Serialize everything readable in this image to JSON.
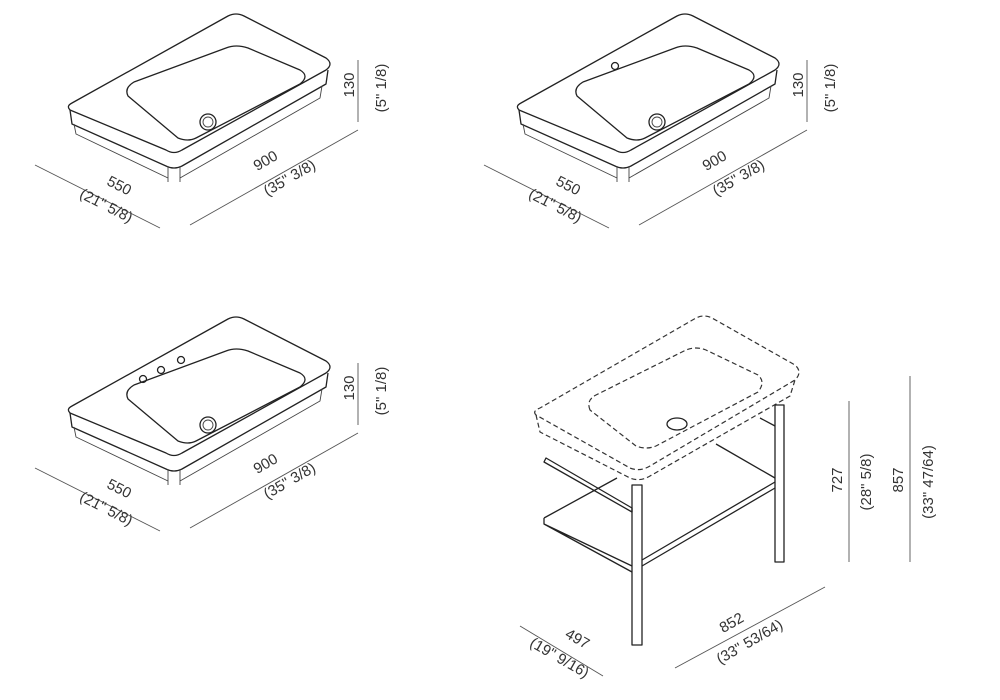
{
  "views": [
    {
      "name": "washbasin-no-taphole",
      "depth_mm": "550",
      "depth_in": "(21\" 5/8)",
      "width_mm": "900",
      "width_in": "(35\" 3/8)",
      "height_mm": "130",
      "height_in": "(5\" 1/8)",
      "tapholes": 0
    },
    {
      "name": "washbasin-one-taphole",
      "depth_mm": "550",
      "depth_in": "(21\" 5/8)",
      "width_mm": "900",
      "width_in": "(35\" 3/8)",
      "height_mm": "130",
      "height_in": "(5\" 1/8)",
      "tapholes": 1
    },
    {
      "name": "washbasin-three-tapholes",
      "depth_mm": "550",
      "depth_in": "(21\" 5/8)",
      "width_mm": "900",
      "width_in": "(35\" 3/8)",
      "height_mm": "130",
      "height_in": "(5\" 1/8)",
      "tapholes": 3
    }
  ],
  "stand": {
    "depth_mm": "497",
    "depth_in": "(19\" 9/16)",
    "width_mm": "852",
    "width_in": "(33\" 53/64)",
    "frame_height_mm": "727",
    "frame_height_in": "(28\" 5/8)",
    "total_height_mm": "857",
    "total_height_in": "(33\" 47/64)"
  }
}
